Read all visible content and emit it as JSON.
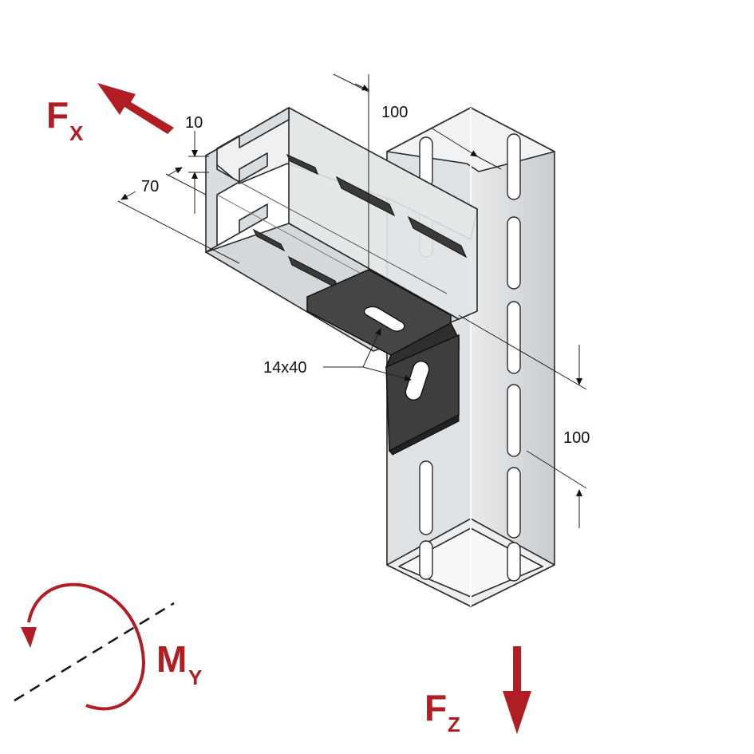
{
  "colors": {
    "force": "#b01e24",
    "steel_light": "#e4e6e8",
    "steel_mid": "#cfd2d5",
    "steel_dark": "#a9adb1",
    "bracket": "#3b3b3b",
    "outline": "#2a2a2a"
  },
  "dimensions": {
    "top_width": "100",
    "flange_height": "10",
    "flange_width": "70",
    "slot_size": "14x40",
    "slot_pitch": "100"
  },
  "forces": {
    "fx": {
      "main": "F",
      "sub": "X"
    },
    "fz": {
      "main": "F",
      "sub": "Z"
    },
    "my": {
      "main": "M",
      "sub": "Y"
    }
  }
}
